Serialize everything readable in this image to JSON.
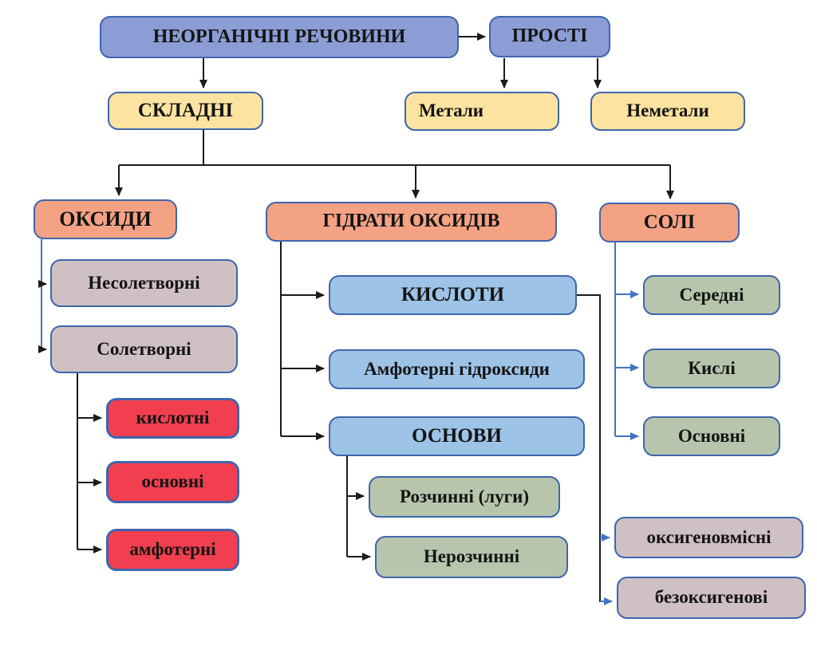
{
  "palette": {
    "blue": "#8b9dd4",
    "yellow": "#fce3a1",
    "salmon": "#f4a284",
    "mauve": "#cfc0c4",
    "red": "#f23f4f",
    "lightblue": "#9dc3e6",
    "green": "#b8c5ad",
    "node_border": "#3f65ad",
    "line_black": "#1b1b1b",
    "line_blue": "#4472c4"
  },
  "nodes": {
    "inorganic": {
      "label": "НЕОРГАНІЧНІ РЕЧОВИНИ",
      "category": "blue"
    },
    "prosti": {
      "label": "ПРОСТІ",
      "category": "blue"
    },
    "skladni": {
      "label": "СКЛАДНІ",
      "category": "yellow"
    },
    "metaly": {
      "label": "Метали",
      "category": "yellow"
    },
    "nemetaly": {
      "label": "Неметали",
      "category": "yellow"
    },
    "oksydy": {
      "label": "ОКСИДИ",
      "category": "salmon"
    },
    "hidraty": {
      "label": "ГІДРАТИ ОКСИДІВ",
      "category": "salmon"
    },
    "soli": {
      "label": "СОЛІ",
      "category": "salmon"
    },
    "nesoletvorni": {
      "label": "Несолетворні",
      "category": "mauve"
    },
    "soletvorni": {
      "label": "Солетворні",
      "category": "mauve"
    },
    "kyslotni": {
      "label": "кислотні",
      "category": "red"
    },
    "osnovni_oksydy": {
      "label": "основні",
      "category": "red"
    },
    "amfoterni_oksydy": {
      "label": "амфотерні",
      "category": "red"
    },
    "kysloty": {
      "label": "КИСЛОТИ",
      "category": "lightblue"
    },
    "amfoterni_hidroksydy": {
      "label": "Амфотерні гідроксиди",
      "category": "lightblue"
    },
    "osnovy": {
      "label": "ОСНОВИ",
      "category": "lightblue"
    },
    "rozchynni": {
      "label": "Розчинні (луги)",
      "category": "green"
    },
    "nerozchynni": {
      "label": "Нерозчинні",
      "category": "green"
    },
    "seredni": {
      "label": "Середні",
      "category": "green"
    },
    "kysli": {
      "label": "Кислі",
      "category": "green"
    },
    "osnovni_soli": {
      "label": "Основні",
      "category": "green"
    },
    "oksyhenovmisni": {
      "label": "оксигеновмісні",
      "category": "mauve"
    },
    "bezoksyhenovi": {
      "label": "безоксигенові",
      "category": "mauve"
    }
  },
  "edges": [
    {
      "from": "inorganic",
      "to": "prosti"
    },
    {
      "from": "inorganic",
      "to": "skladni"
    },
    {
      "from": "prosti",
      "to": "metaly"
    },
    {
      "from": "prosti",
      "to": "nemetaly"
    },
    {
      "from": "skladni",
      "to": "oksydy"
    },
    {
      "from": "skladni",
      "to": "hidraty"
    },
    {
      "from": "skladni",
      "to": "soli"
    },
    {
      "from": "oksydy",
      "to": "nesoletvorni"
    },
    {
      "from": "oksydy",
      "to": "soletvorni"
    },
    {
      "from": "soletvorni",
      "to": "kyslotni"
    },
    {
      "from": "soletvorni",
      "to": "osnovni_oksydy"
    },
    {
      "from": "soletvorni",
      "to": "amfoterni_oksydy"
    },
    {
      "from": "hidraty",
      "to": "kysloty"
    },
    {
      "from": "hidraty",
      "to": "amfoterni_hidroksydy"
    },
    {
      "from": "hidraty",
      "to": "osnovy"
    },
    {
      "from": "osnovy",
      "to": "rozchynni"
    },
    {
      "from": "osnovy",
      "to": "nerozchynni"
    },
    {
      "from": "soli",
      "to": "seredni"
    },
    {
      "from": "soli",
      "to": "kysli"
    },
    {
      "from": "soli",
      "to": "osnovni_soli"
    },
    {
      "from": "kysloty",
      "to": "oksyhenovmisni"
    },
    {
      "from": "kysloty",
      "to": "bezoksyhenovi"
    }
  ]
}
